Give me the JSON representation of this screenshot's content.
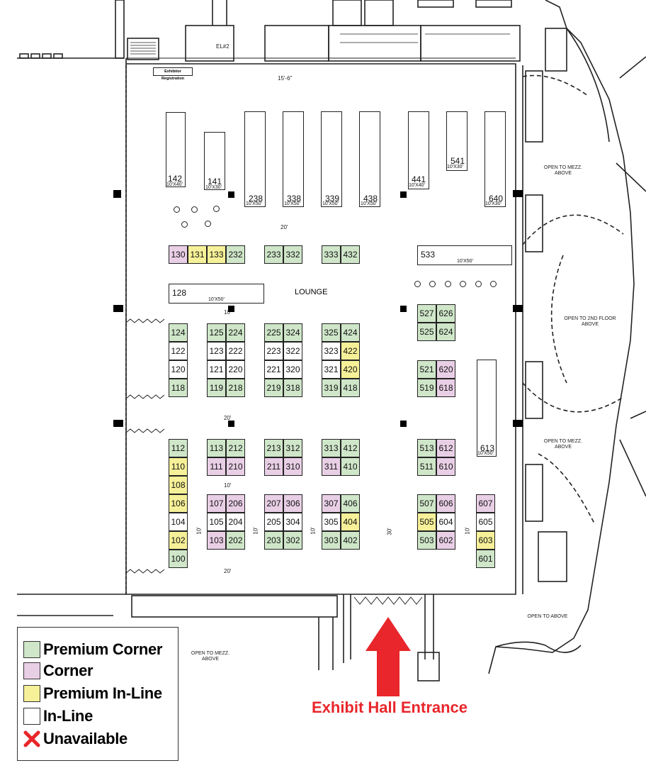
{
  "colors": {
    "premium_corner": "#cfe6c9",
    "corner": "#e9cfe6",
    "premium_inline": "#f6f098",
    "inline": "#ffffff",
    "unavailable_mark": "#e8262b",
    "entrance_arrow": "#e8262b"
  },
  "labels": {
    "exhibitor_registration": "Exhibitor Registration",
    "lounge": "LOUNGE",
    "el": "EL#2",
    "open_mezz_top": "OPEN TO MEZZ.\nABOVE",
    "open_2nd_floor": "OPEN TO 2ND FLOOR\nABOVE",
    "open_mezz_right": "OPEN TO MEZZ.\nABOVE",
    "open_above": "OPEN TO ABOVE",
    "open_mezz_bottom": "OPEN TO MEZZ.\nABOVE",
    "entrance": "Exhibit Hall Entrance"
  },
  "dimensions": {
    "top_width": "15'-6\"",
    "aisle_20_a": "20'",
    "aisle_10_a": "10'",
    "aisle_20_b": "20'",
    "aisle_10_b": "10'",
    "aisle_20_c": "20'",
    "aisle_30": "30'",
    "v10_1": "10'",
    "v10_2": "10'",
    "v10_3": "10'",
    "v10_4": "10'"
  },
  "legend": [
    {
      "key": "premium_corner",
      "label": "Premium Corner"
    },
    {
      "key": "corner",
      "label": "Corner"
    },
    {
      "key": "premium_inline",
      "label": "Premium In-Line"
    },
    {
      "key": "inline",
      "label": "In-Line"
    },
    {
      "key": "unavailable",
      "label": "Unavailable"
    }
  ],
  "big_booths": {
    "b142": {
      "num": "142",
      "size": "10'X40'"
    },
    "b141": {
      "num": "141",
      "size": "10'X30'"
    },
    "b238": {
      "num": "238",
      "size": "10'X50'"
    },
    "b338": {
      "num": "338",
      "size": "10'X50'"
    },
    "b339": {
      "num": "339",
      "size": "10'X50'"
    },
    "b438": {
      "num": "438",
      "size": "10'X50'"
    },
    "b441": {
      "num": "441",
      "size": "10'X40'"
    },
    "b541": {
      "num": "541",
      "size": "10'X30'"
    },
    "b640": {
      "num": "640",
      "size": "10'X30'"
    },
    "b533": {
      "num": "533",
      "size": "10'X50'"
    },
    "b128": {
      "num": "128",
      "size": "10'X50'"
    },
    "b613": {
      "num": "613",
      "size": "10'X50'"
    }
  },
  "booths": [
    {
      "n": "130",
      "t": "corner"
    },
    {
      "n": "131",
      "t": "premium_inline"
    },
    {
      "n": "133",
      "t": "premium_inline"
    },
    {
      "n": "232",
      "t": "premium_corner"
    },
    {
      "n": "233",
      "t": "premium_corner"
    },
    {
      "n": "332",
      "t": "premium_corner"
    },
    {
      "n": "333",
      "t": "premium_corner"
    },
    {
      "n": "432",
      "t": "premium_corner"
    },
    {
      "n": "527",
      "t": "premium_corner"
    },
    {
      "n": "626",
      "t": "premium_corner"
    },
    {
      "n": "525",
      "t": "premium_corner"
    },
    {
      "n": "624",
      "t": "premium_corner"
    },
    {
      "n": "124",
      "t": "premium_corner"
    },
    {
      "n": "122",
      "t": "inline"
    },
    {
      "n": "120",
      "t": "inline"
    },
    {
      "n": "118",
      "t": "premium_corner"
    },
    {
      "n": "125",
      "t": "premium_corner"
    },
    {
      "n": "224",
      "t": "premium_corner"
    },
    {
      "n": "123",
      "t": "inline"
    },
    {
      "n": "222",
      "t": "inline"
    },
    {
      "n": "121",
      "t": "inline"
    },
    {
      "n": "220",
      "t": "inline"
    },
    {
      "n": "119",
      "t": "premium_corner"
    },
    {
      "n": "218",
      "t": "premium_corner"
    },
    {
      "n": "225",
      "t": "premium_corner"
    },
    {
      "n": "324",
      "t": "premium_corner"
    },
    {
      "n": "223",
      "t": "inline"
    },
    {
      "n": "322",
      "t": "inline"
    },
    {
      "n": "221",
      "t": "inline"
    },
    {
      "n": "320",
      "t": "inline"
    },
    {
      "n": "219",
      "t": "premium_corner"
    },
    {
      "n": "318",
      "t": "premium_corner"
    },
    {
      "n": "325",
      "t": "premium_corner"
    },
    {
      "n": "424",
      "t": "premium_corner"
    },
    {
      "n": "323",
      "t": "inline"
    },
    {
      "n": "422",
      "t": "premium_inline"
    },
    {
      "n": "321",
      "t": "inline"
    },
    {
      "n": "420",
      "t": "premium_inline"
    },
    {
      "n": "319",
      "t": "premium_corner"
    },
    {
      "n": "418",
      "t": "premium_corner"
    },
    {
      "n": "521",
      "t": "premium_corner"
    },
    {
      "n": "620",
      "t": "corner"
    },
    {
      "n": "519",
      "t": "premium_corner"
    },
    {
      "n": "618",
      "t": "corner"
    },
    {
      "n": "112",
      "t": "premium_corner"
    },
    {
      "n": "110",
      "t": "premium_inline"
    },
    {
      "n": "108",
      "t": "premium_inline"
    },
    {
      "n": "106",
      "t": "premium_inline"
    },
    {
      "n": "104",
      "t": "inline"
    },
    {
      "n": "102",
      "t": "premium_inline"
    },
    {
      "n": "100",
      "t": "premium_corner"
    },
    {
      "n": "113",
      "t": "premium_corner"
    },
    {
      "n": "212",
      "t": "premium_corner"
    },
    {
      "n": "111",
      "t": "corner"
    },
    {
      "n": "210",
      "t": "corner"
    },
    {
      "n": "213",
      "t": "premium_corner"
    },
    {
      "n": "312",
      "t": "premium_corner"
    },
    {
      "n": "211",
      "t": "corner"
    },
    {
      "n": "310",
      "t": "corner"
    },
    {
      "n": "313",
      "t": "premium_corner"
    },
    {
      "n": "412",
      "t": "premium_corner"
    },
    {
      "n": "311",
      "t": "corner"
    },
    {
      "n": "410",
      "t": "premium_corner"
    },
    {
      "n": "513",
      "t": "premium_corner"
    },
    {
      "n": "612",
      "t": "corner"
    },
    {
      "n": "511",
      "t": "premium_corner"
    },
    {
      "n": "610",
      "t": "corner"
    },
    {
      "n": "107",
      "t": "corner"
    },
    {
      "n": "206",
      "t": "corner"
    },
    {
      "n": "105",
      "t": "inline"
    },
    {
      "n": "204",
      "t": "inline"
    },
    {
      "n": "103",
      "t": "corner"
    },
    {
      "n": "202",
      "t": "premium_corner"
    },
    {
      "n": "207",
      "t": "corner"
    },
    {
      "n": "306",
      "t": "corner"
    },
    {
      "n": "205",
      "t": "inline"
    },
    {
      "n": "304",
      "t": "inline"
    },
    {
      "n": "203",
      "t": "premium_corner"
    },
    {
      "n": "302",
      "t": "premium_corner"
    },
    {
      "n": "307",
      "t": "corner"
    },
    {
      "n": "406",
      "t": "premium_corner"
    },
    {
      "n": "305",
      "t": "inline"
    },
    {
      "n": "404",
      "t": "premium_inline"
    },
    {
      "n": "303",
      "t": "premium_corner"
    },
    {
      "n": "402",
      "t": "premium_corner"
    },
    {
      "n": "507",
      "t": "premium_corner"
    },
    {
      "n": "606",
      "t": "corner"
    },
    {
      "n": "505",
      "t": "premium_inline"
    },
    {
      "n": "604",
      "t": "inline"
    },
    {
      "n": "503",
      "t": "premium_corner"
    },
    {
      "n": "602",
      "t": "corner"
    },
    {
      "n": "607",
      "t": "corner"
    },
    {
      "n": "605",
      "t": "inline"
    },
    {
      "n": "603",
      "t": "premium_inline"
    },
    {
      "n": "601",
      "t": "premium_corner"
    }
  ]
}
